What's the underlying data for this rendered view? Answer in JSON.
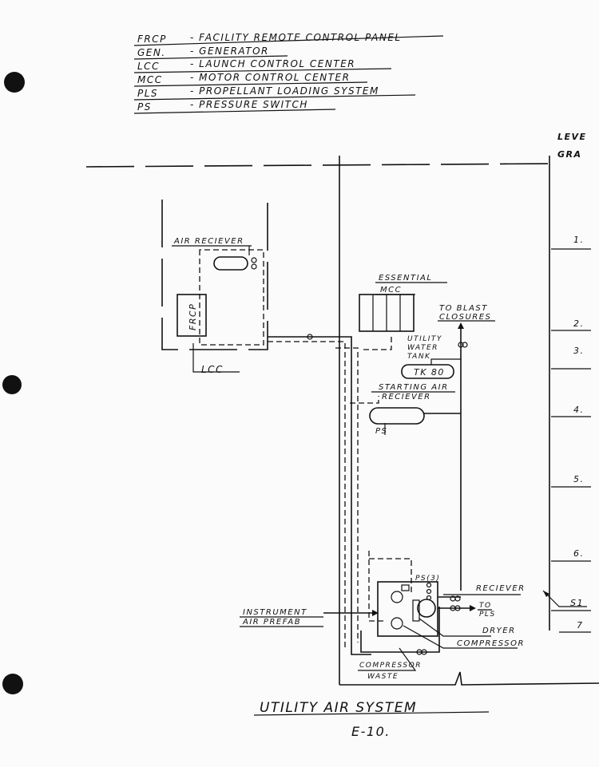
{
  "legend": [
    {
      "abbr": "FRCP",
      "meaning": "- FACILITY REMOTE CONTROL PANEL"
    },
    {
      "abbr": "GEN.",
      "meaning": "- GENERATOR"
    },
    {
      "abbr": "LCC",
      "meaning": "- LAUNCH CONTROL CENTER"
    },
    {
      "abbr": "MCC",
      "meaning": "- MOTOR CONTROL CENTER"
    },
    {
      "abbr": "PLS",
      "meaning": "- PROPELLANT LOADING SYSTEM"
    },
    {
      "abbr": "PS",
      "meaning": "- PRESSURE SWITCH"
    }
  ],
  "levels": {
    "header1": "LEVE",
    "header2": "GRA",
    "items": [
      "1.",
      "2.",
      "3.",
      "4.",
      "5.",
      "6.",
      "S1",
      "7"
    ]
  },
  "labels": {
    "air_receiver": "AIR RECIEVER",
    "frcp": "FRCP",
    "lcc": "LCC",
    "essential": "ESSENTIAL",
    "mcc": "MCC",
    "to_blast": "TO BLAST",
    "closures": "CLOSURES",
    "utility": "UTILITY",
    "water": "WATER",
    "tank": "TANK",
    "tk80": "TK 80",
    "starting_air": "STARTING AIR",
    "starting_receiver": "RECIEVER",
    "ps": "PS",
    "ps3": "PS(3)",
    "receiver": "RECIEVER",
    "to": "TO",
    "pls": "PLS",
    "dryer": "DRYER",
    "compressor": "COMPRESSOR",
    "instrument": "INSTRUMENT",
    "air_prefab": "AIR PREFAB",
    "compressor_waste1": "COMPRESSOR",
    "compressor_waste2": "WASTE"
  },
  "title": "UTILITY AIR SYSTEM",
  "page_number": "E-10."
}
